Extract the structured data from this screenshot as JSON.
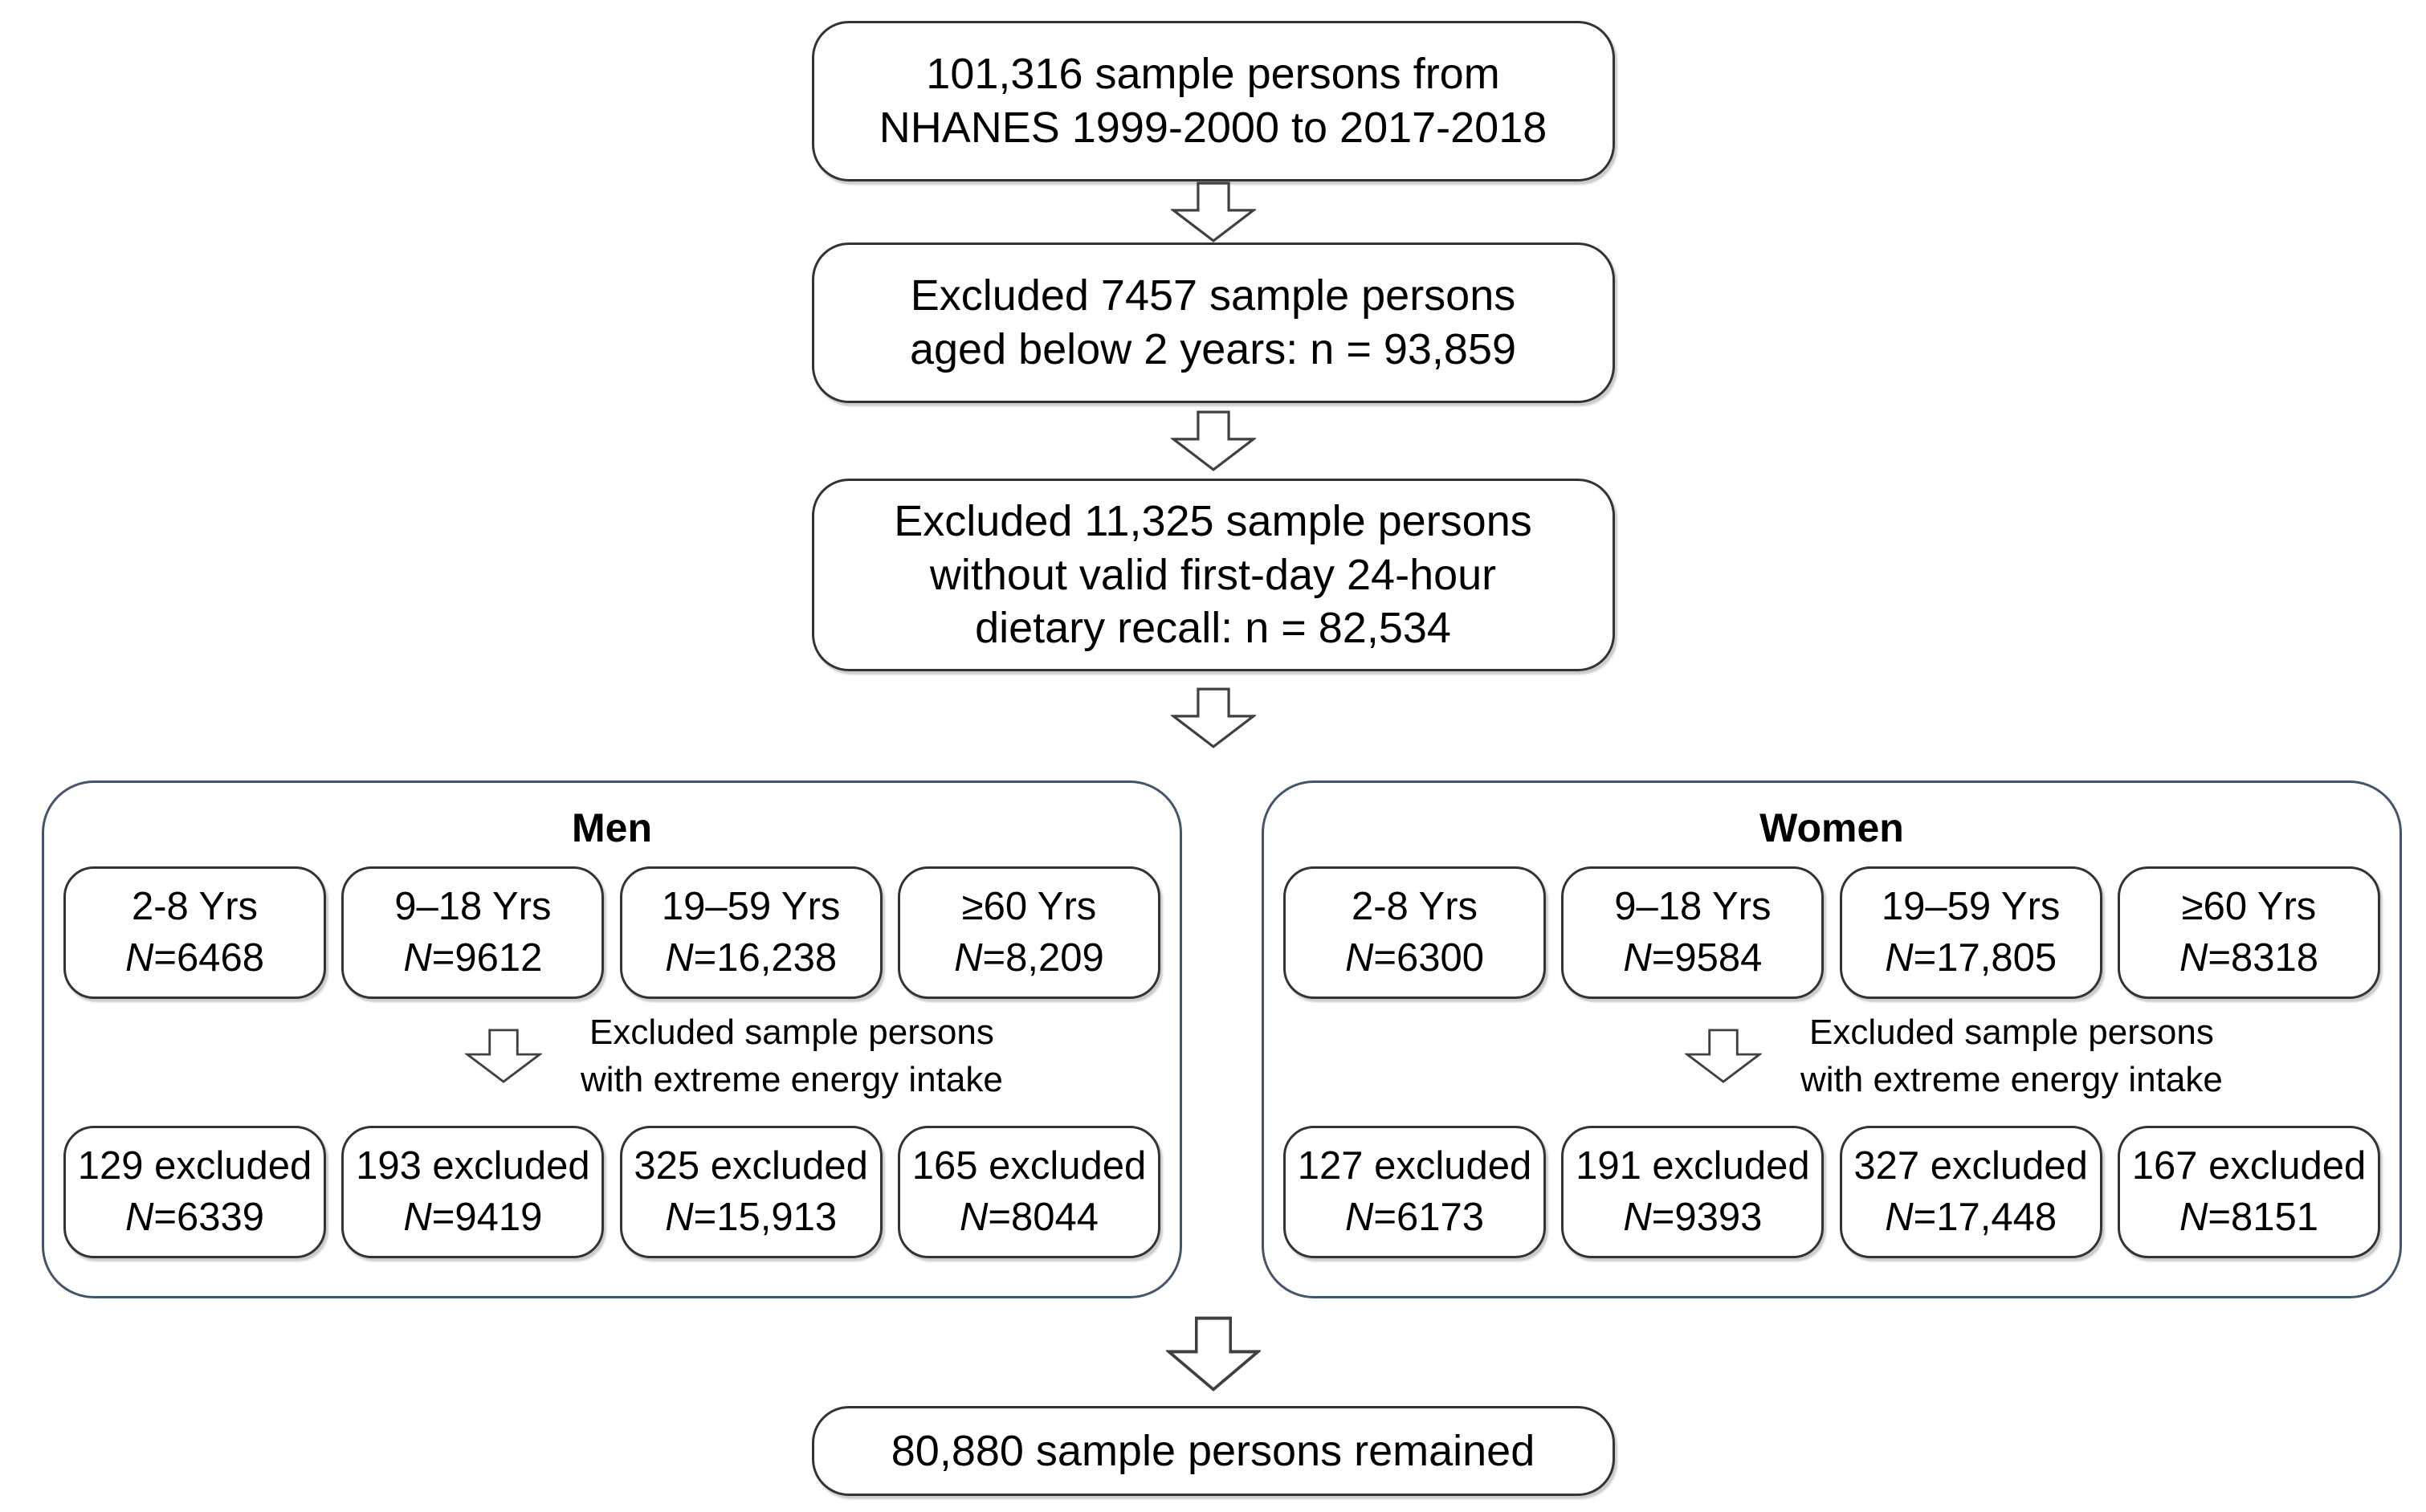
{
  "flow": {
    "source_box": {
      "line1": "101,316 sample persons from",
      "line2": "NHANES 1999-2000 to 2017-2018"
    },
    "exclusion_age_box": {
      "line1": "Excluded 7457 sample persons",
      "line2": "aged below 2 years: n = 93,859"
    },
    "exclusion_recall_box": {
      "line1": "Excluded 11,325 sample persons",
      "line2": "without valid first-day 24-hour",
      "line3": "dietary recall: n = 82,534"
    },
    "final_box": {
      "text": "80,880 sample persons remained"
    }
  },
  "men": {
    "title": "Men",
    "note_line1": "Excluded sample persons",
    "note_line2": "with extreme energy intake",
    "age_groups": [
      {
        "label": "2-8 Yrs",
        "n_symbol": "N",
        "n_value": "=6468"
      },
      {
        "label": "9–18 Yrs",
        "n_symbol": "N",
        "n_value": "=9612"
      },
      {
        "label": "19–59 Yrs",
        "n_symbol": "N",
        "n_value": "=16,238"
      },
      {
        "label": "≥60 Yrs",
        "n_symbol": "N",
        "n_value": "=8,209"
      }
    ],
    "after_exclusion": [
      {
        "label": "129 excluded",
        "n_symbol": "N",
        "n_value": "=6339"
      },
      {
        "label": "193 excluded",
        "n_symbol": "N",
        "n_value": "=9419"
      },
      {
        "label": "325 excluded",
        "n_symbol": "N",
        "n_value": "=15,913"
      },
      {
        "label": "165 excluded",
        "n_symbol": "N",
        "n_value": "=8044"
      }
    ]
  },
  "women": {
    "title": "Women",
    "note_line1": "Excluded sample persons",
    "note_line2": "with extreme energy intake",
    "age_groups": [
      {
        "label": "2-8 Yrs",
        "n_symbol": "N",
        "n_value": "=6300"
      },
      {
        "label": "9–18 Yrs",
        "n_symbol": "N",
        "n_value": "=9584"
      },
      {
        "label": "19–59 Yrs",
        "n_symbol": "N",
        "n_value": "=17,805"
      },
      {
        "label": "≥60 Yrs",
        "n_symbol": "N",
        "n_value": "=8318"
      }
    ],
    "after_exclusion": [
      {
        "label": "127 excluded",
        "n_symbol": "N",
        "n_value": "=6173"
      },
      {
        "label": "191 excluded",
        "n_symbol": "N",
        "n_value": "=9393"
      },
      {
        "label": "327 excluded",
        "n_symbol": "N",
        "n_value": "=17,448"
      },
      {
        "label": "167 excluded",
        "n_symbol": "N",
        "n_value": "=8151"
      }
    ]
  },
  "colors": {
    "panel_border": "#44546a",
    "box_border": "#333333",
    "arrow_outline": "#404040",
    "text": "#000000",
    "background": "#ffffff"
  }
}
